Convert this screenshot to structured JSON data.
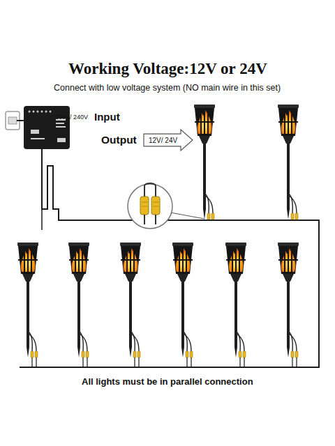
{
  "diagram": {
    "title": "Working Voltage:12V or 24V",
    "caption": "All lights must be in parallel connection",
    "nodes": [
      {
        "text": [
          "12V/ 24V"
        ]
      }
    ],
    "labels": [
      "Connect with low voltage system (NO main wire in this set)",
      "100V/ 240V",
      "Input",
      "Output"
    ]
  }
}
